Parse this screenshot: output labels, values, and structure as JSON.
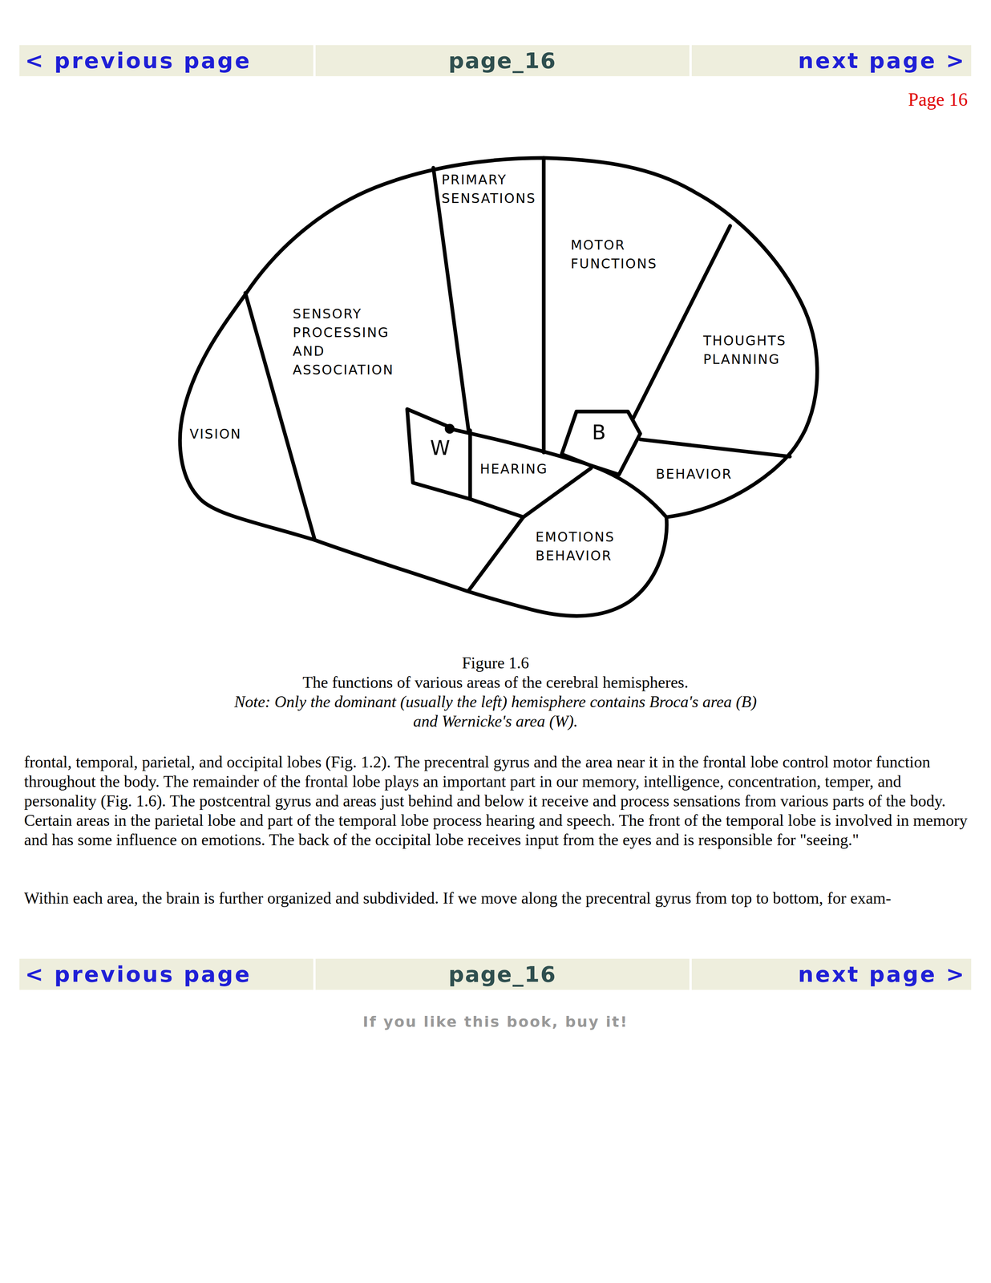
{
  "diagram": {
    "caption": "The functions of various areas of the cerebral hemispheres.",
    "nodes": [
      {
        "text": [
          "< previous page"
        ]
      },
      {
        "text": [
          "page_16"
        ]
      },
      {
        "text": [
          "next page >"
        ]
      },
      {
        "text": [
          "PRIMARY SENSATIONS"
        ]
      },
      {
        "text": [
          "MOTOR FUNCTIONS"
        ]
      },
      {
        "text": [
          "SENSORY PROCESSING AND ASSOCIATION"
        ]
      },
      {
        "text": [
          "THOUGHTS PLANNING"
        ]
      },
      {
        "text": [
          "VISION"
        ]
      },
      {
        "text": [
          "W"
        ]
      },
      {
        "text": [
          "B"
        ]
      },
      {
        "text": [
          "HEARING"
        ]
      },
      {
        "text": [
          "BEHAVIOR"
        ]
      },
      {
        "text": [
          "EMOTIONS BEHAVIOR"
        ]
      },
      {
        "text": [
          "< previous page"
        ]
      },
      {
        "text": [
          "page_16"
        ]
      },
      {
        "text": [
          "next page >"
        ]
      }
    ],
    "edges": [],
    "labels": [
      "Page 16",
      "Figure 1.6",
      "Note: Only the dominant (usually the left) hemisphere contains Broca's area (B) and Wernicke's area (W).",
      "frontal, temporal, parietal, and occipital lobes (Fig. 1.2). The precentral gyrus and the area near it in the frontal lobe control motor function throughout the body. The remainder of the frontal lobe plays an important part in our memory, intelligence, concentration, temper, and personality (Fig. 1.6). The postcentral gyrus and areas just behind and below it receive and process sensations from various parts of the body. Certain areas in the parietal lobe and part of the temporal lobe process hearing and speech. The front of the temporal lobe is involved in memory and has some influence on emotions. The back of the occipital lobe receives input from the eyes and is responsible for \"seeing.\"",
      "Within each area, the brain is further organized and subdivided. If we move along the precentral gyrus from top to bottom, for exam-",
      "If you like this book, buy it!"
    ]
  }
}
